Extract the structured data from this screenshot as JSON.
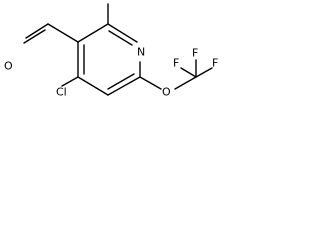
{
  "structure": {
    "atoms": {
      "aldehyde_oxygen": "O",
      "ring_nitrogen": "N",
      "chlorine": "Cl",
      "ether_oxygen": "O",
      "fluorine_top": "F",
      "fluorine_left": "F",
      "fluorine_right": "F"
    },
    "colors": {
      "bond": "#000000",
      "label": "#000000",
      "background": "#ffffff"
    }
  }
}
